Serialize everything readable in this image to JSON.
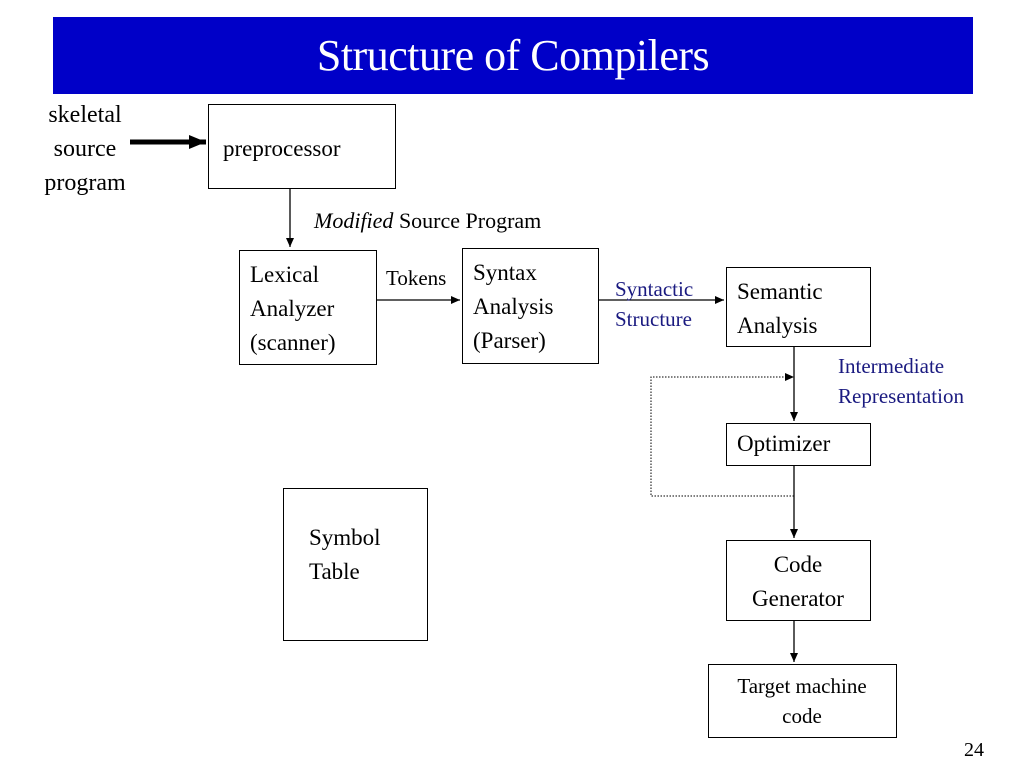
{
  "slide": {
    "title": "Structure of Compilers",
    "page_number": "24",
    "colors": {
      "title_bar": "#0000c8",
      "title_text": "#ffffff",
      "annotation": "#1a1a80"
    }
  },
  "diagram": {
    "input": {
      "line1": "skeletal",
      "line2": "source",
      "line3": "program"
    },
    "nodes": {
      "preprocessor": {
        "label": "preprocessor"
      },
      "lexical": {
        "line1": "Lexical",
        "line2": "Analyzer",
        "line3": "(scanner)"
      },
      "syntax": {
        "line1": "Syntax",
        "line2": "Analysis",
        "line3": "(Parser)"
      },
      "semantic": {
        "line1": "Semantic",
        "line2": "Analysis"
      },
      "optimizer": {
        "label": "Optimizer"
      },
      "codegen": {
        "line1": "Code",
        "line2": "Generator"
      },
      "target": {
        "line1": "Target machine",
        "line2": "code"
      },
      "symbol_table": {
        "line1": "Symbol",
        "line2": "Table"
      }
    },
    "edge_labels": {
      "modified_italic": "Modified",
      "modified_rest": " Source Program",
      "tokens": "Tokens",
      "syntactic": {
        "line1": "Syntactic",
        "line2": "Structure"
      },
      "intermediate": {
        "line1": "Intermediate",
        "line2": "Representation"
      }
    }
  }
}
